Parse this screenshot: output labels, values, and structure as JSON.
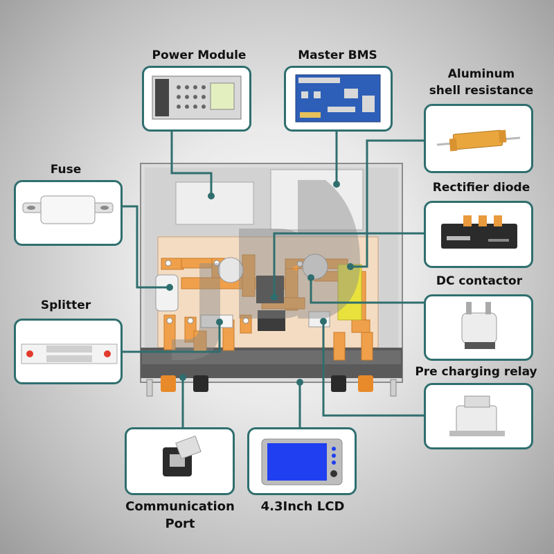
{
  "labels": {
    "power_module": "Power Module",
    "master_bms": "Master BMS",
    "aluminum_line1": "Aluminum",
    "aluminum_line2": "shell resistance",
    "fuse": "Fuse",
    "rectifier_diode": "Rectifier diode",
    "dc_contactor": "DC contactor",
    "splitter": "Splitter",
    "pre_charging_relay": "Pre charging relay",
    "communication_line1": "Communication",
    "communication_line2": "Port",
    "lcd": "4.3Inch LCD"
  },
  "colors": {
    "callout_border": "#2f6e6e",
    "busbar": "#f0a04b",
    "cabinet_frame": "#9a9a9a",
    "lcd_screen": "#1f3ff0"
  },
  "icons": {
    "watermark": "jbd-watermark-logo"
  }
}
